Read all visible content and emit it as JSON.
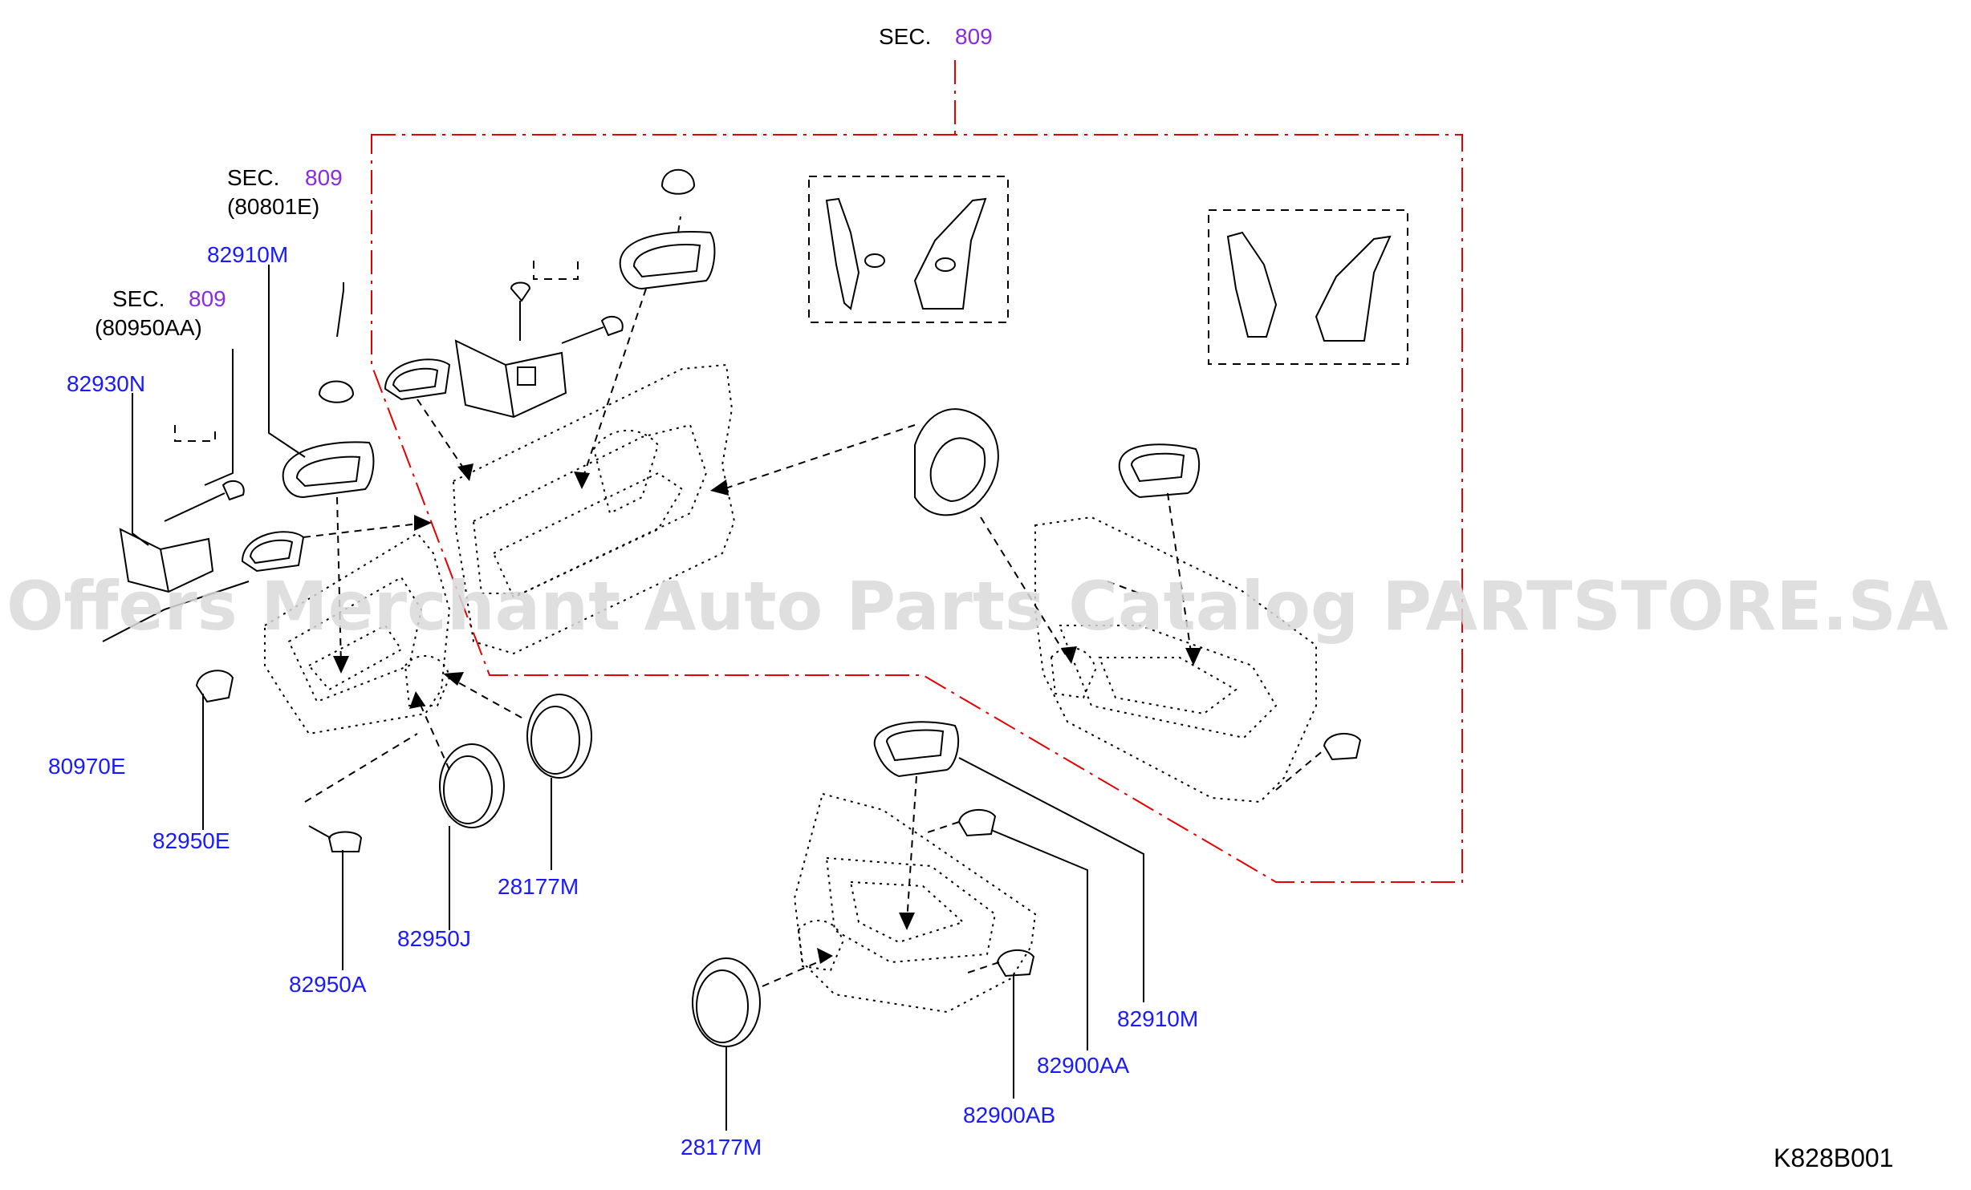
{
  "watermark": "Offers Merchant Auto Parts Catalog PARTSTORE.SA",
  "diagram_code": "K828B001",
  "colors": {
    "part_number": "#1a1aff",
    "section_number": "#8a2be2",
    "section_frame": "#e60000",
    "line": "#000000",
    "watermark": "#d9d9d9"
  },
  "section_refs": [
    {
      "id": "top",
      "prefix": "SEC.",
      "number": "809",
      "sub": ""
    },
    {
      "id": "upper",
      "prefix": "SEC.",
      "number": "809",
      "sub": "(80801E)"
    },
    {
      "id": "left",
      "prefix": "SEC.",
      "number": "809",
      "sub": "(80950AA)"
    }
  ],
  "parts": [
    {
      "id": "p1",
      "number": "82910M"
    },
    {
      "id": "p2",
      "number": "82930N"
    },
    {
      "id": "p3",
      "number": "80970E"
    },
    {
      "id": "p4",
      "number": "82950E"
    },
    {
      "id": "p5",
      "number": "82950A"
    },
    {
      "id": "p6",
      "number": "82950J"
    },
    {
      "id": "p7",
      "number": "28177M"
    },
    {
      "id": "p8",
      "number": "82910M"
    },
    {
      "id": "p9",
      "number": "82900AA"
    },
    {
      "id": "p10",
      "number": "82900AB"
    },
    {
      "id": "p11",
      "number": "28177M"
    }
  ]
}
